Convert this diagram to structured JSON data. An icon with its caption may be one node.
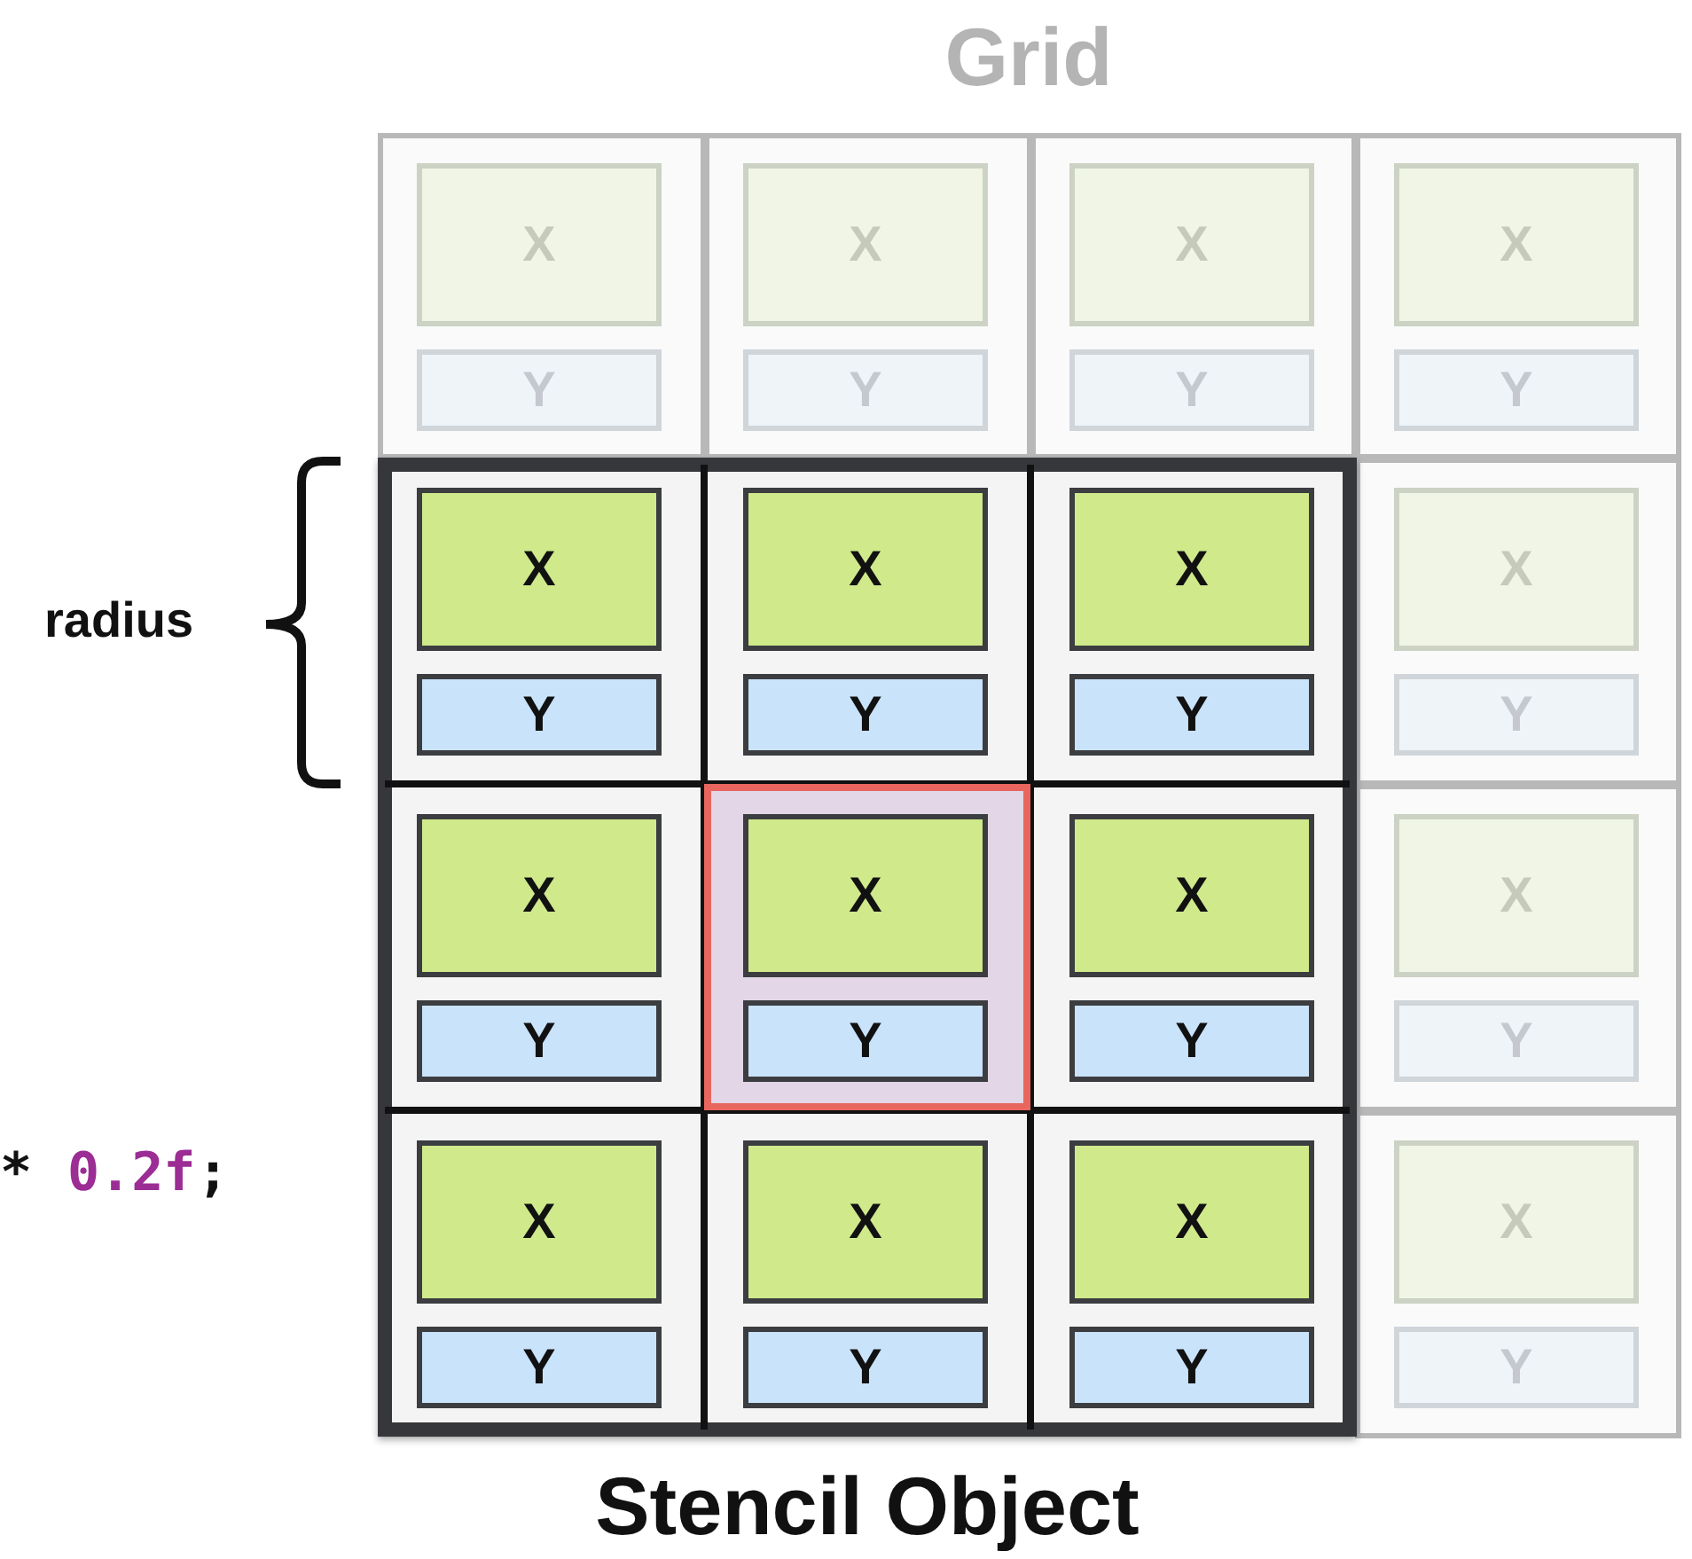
{
  "diagram": {
    "nodes": [
      {
        "text": [
          "Grid"
        ]
      },
      {
        "text": [
          "Stencil Object"
        ],
        "in": 0
      },
      {
        "text": [
          "X"
        ],
        "in": 0
      },
      {
        "text": [
          "Y"
        ],
        "in": 0
      },
      {
        "text": [
          "X"
        ],
        "in": 0
      },
      {
        "text": [
          "Y"
        ],
        "in": 0
      },
      {
        "text": [
          "X"
        ],
        "in": 0
      },
      {
        "text": [
          "Y"
        ],
        "in": 0
      },
      {
        "text": [
          "X"
        ],
        "in": 0
      },
      {
        "text": [
          "Y"
        ],
        "in": 0
      },
      {
        "text": [
          "X"
        ],
        "in": 1
      },
      {
        "text": [
          "Y"
        ],
        "in": 1
      },
      {
        "text": [
          "X"
        ],
        "in": 1
      },
      {
        "text": [
          "Y"
        ],
        "in": 1
      },
      {
        "text": [
          "X"
        ],
        "in": 1
      },
      {
        "text": [
          "Y"
        ],
        "in": 1
      },
      {
        "text": [
          "X"
        ],
        "in": 0
      },
      {
        "text": [
          "Y"
        ],
        "in": 0
      },
      {
        "text": [
          "X"
        ],
        "in": 1
      },
      {
        "text": [
          "Y"
        ],
        "in": 1
      },
      {
        "text": [],
        "shape": "box",
        "in": 1
      },
      {
        "text": [
          "X"
        ],
        "in": 20
      },
      {
        "text": [
          "Y"
        ],
        "in": 20
      },
      {
        "text": [
          "X"
        ],
        "in": 1
      },
      {
        "text": [
          "Y"
        ],
        "in": 1
      },
      {
        "text": [
          "X"
        ],
        "in": 0
      },
      {
        "text": [
          "Y"
        ],
        "in": 0
      },
      {
        "text": [
          "X"
        ],
        "in": 1
      },
      {
        "text": [
          "Y"
        ],
        "in": 1
      },
      {
        "text": [
          "X"
        ],
        "in": 1
      },
      {
        "text": [
          "Y"
        ],
        "in": 1
      },
      {
        "text": [
          "X"
        ],
        "in": 1
      },
      {
        "text": [
          "Y"
        ],
        "in": 1
      },
      {
        "text": [
          "X"
        ],
        "in": 0
      },
      {
        "text": [
          "Y"
        ],
        "in": 0
      }
    ],
    "labels": [
      "radius",
      "*",
      "0.2f",
      ";"
    ]
  }
}
